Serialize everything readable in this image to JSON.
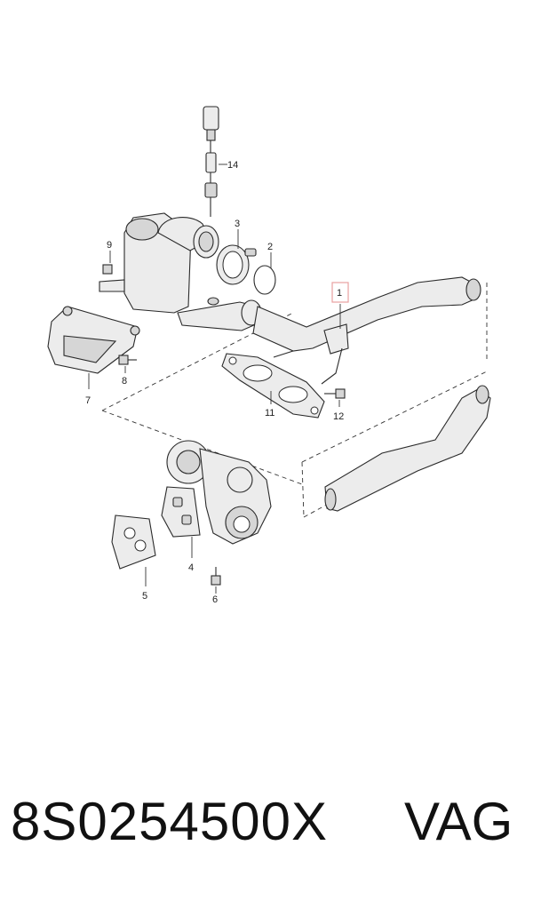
{
  "diagram": {
    "callouts": [
      "1",
      "2",
      "3",
      "4",
      "5",
      "6",
      "7",
      "8",
      "9",
      "11",
      "12",
      "14"
    ],
    "highlight_color": "#e8a0a0"
  },
  "footer": {
    "part_number": "8S0254500X",
    "brand": "VAG"
  }
}
